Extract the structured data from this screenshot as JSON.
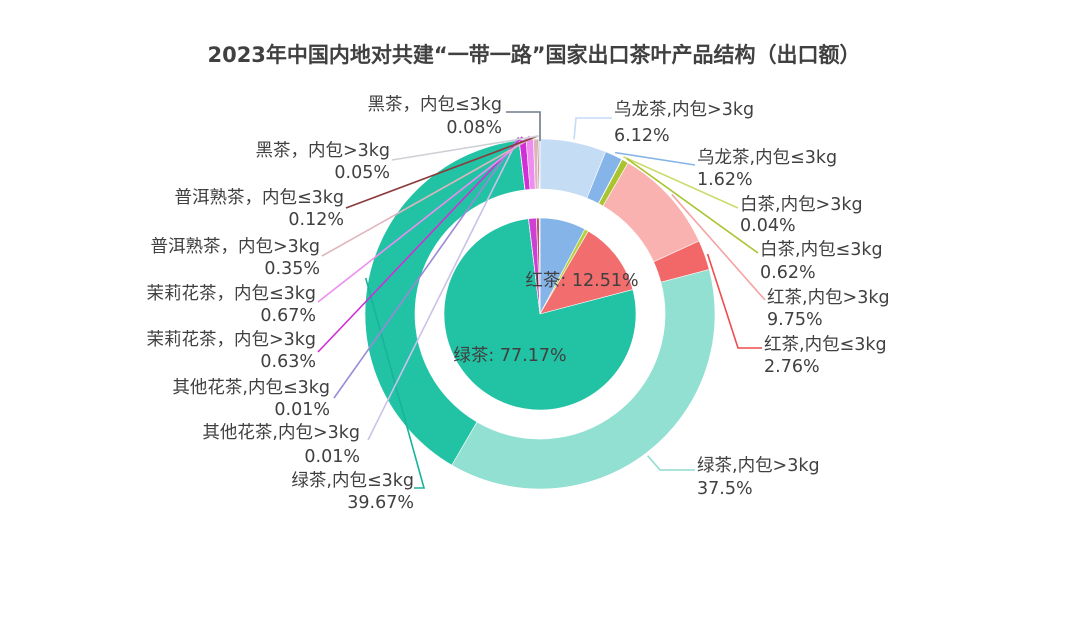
{
  "chart_data": {
    "type": "pie",
    "title": "2023年中国内地对共建“一带一路”国家出口茶叶产品结构（出口额）",
    "inner": {
      "slices": [
        {
          "name": "乌龙茶",
          "value": 7.74,
          "color": "#85b4e8"
        },
        {
          "name": "白茶",
          "value": 0.66,
          "color": "#b5d13b"
        },
        {
          "name": "红茶",
          "value": 12.51,
          "color": "#f26d6d",
          "label": "红茶: 12.51%"
        },
        {
          "name": "绿茶",
          "value": 77.17,
          "color": "#22c2a5",
          "label": "绿茶: 77.17%"
        },
        {
          "name": "其他花茶",
          "value": 0.02,
          "color": "#9b89d6"
        },
        {
          "name": "茉莉花茶",
          "value": 1.3,
          "color": "#cf3fd4"
        },
        {
          "name": "普洱熟茶",
          "value": 0.47,
          "color": "#b5566a"
        },
        {
          "name": "黑茶",
          "value": 0.13,
          "color": "#7a7a7a"
        }
      ]
    },
    "outer": {
      "slices": [
        {
          "name": "乌龙茶,内包>3kg",
          "value": 6.12,
          "pct": "6.12%",
          "color": "#c5dcf5",
          "line": "#c5dcf5"
        },
        {
          "name": "乌龙茶,内包≤3kg",
          "value": 1.62,
          "pct": "1.62%",
          "color": "#85b4e8",
          "line": "#85b4e8"
        },
        {
          "name": "白茶,内包>3kg",
          "value": 0.04,
          "pct": "0.04%",
          "color": "#dde99d",
          "line": "#c9dc6d"
        },
        {
          "name": "白茶,内包≤3kg",
          "value": 0.62,
          "pct": "0.62%",
          "color": "#a9c42e",
          "line": "#a9c42e"
        },
        {
          "name": "红茶,内包>3kg",
          "value": 9.75,
          "pct": "9.75%",
          "color": "#f9b2b0",
          "line": "#f5a3a3"
        },
        {
          "name": "红茶,内包≤3kg",
          "value": 2.76,
          "pct": "2.76%",
          "color": "#f26868",
          "line": "#ef4c4c"
        },
        {
          "name": "绿茶,内包>3kg",
          "value": 37.5,
          "pct": "37.5%",
          "color": "#91e0d2",
          "line": "#8fdccf"
        },
        {
          "name": "绿茶,内包≤3kg",
          "value": 39.67,
          "pct": "39.67%",
          "color": "#22c2a5",
          "line": "#19b399"
        },
        {
          "name": "其他花茶,内包>3kg",
          "value": 0.01,
          "pct": "0.01%",
          "color": "#d8d0ef",
          "line": "#cbc1ea"
        },
        {
          "name": "其他花茶,内包≤3kg",
          "value": 0.01,
          "pct": "0.01%",
          "color": "#9b89d6",
          "line": "#9b89d6"
        },
        {
          "name": "茉莉花茶，内包>3kg",
          "value": 0.63,
          "pct": "0.63%",
          "color": "#d02ed6",
          "line": "#d02ed6"
        },
        {
          "name": "茉莉花茶，内包≤3kg",
          "value": 0.67,
          "pct": "0.67%",
          "color": "#ee8df0",
          "line": "#ee8df0"
        },
        {
          "name": "普洱熟茶，内包>3kg",
          "value": 0.35,
          "pct": "0.35%",
          "color": "#dfb5bd",
          "line": "#dfb5bd"
        },
        {
          "name": "普洱熟茶，内包≤3kg",
          "value": 0.12,
          "pct": "0.12%",
          "color": "#8c3a3a",
          "line": "#8c3a3a"
        },
        {
          "name": "黑茶，内包>3kg",
          "value": 0.05,
          "pct": "0.05%",
          "color": "#cfd0d6",
          "line": "#cfd0d6"
        },
        {
          "name": "黑茶，内包≤3kg",
          "value": 0.08,
          "pct": "0.08%",
          "color": "#6f7a8c",
          "line": "#6f7a8c"
        }
      ]
    }
  }
}
